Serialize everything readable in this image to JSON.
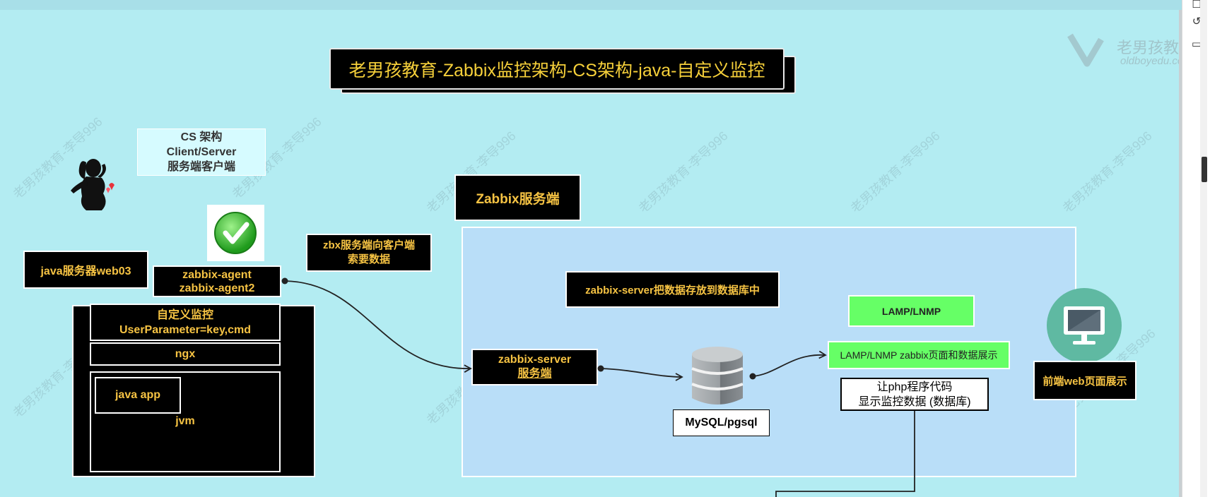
{
  "title": "老男孩教育-Zabbix监控架构-CS架构-java-自定义监控",
  "watermark": "老男孩教育-李导996",
  "logo": {
    "brand": "老男孩教育",
    "sub": "oldboyedu.com"
  },
  "cs_box": {
    "line1": "CS 架构",
    "line2": "Client/Server",
    "line3": "服务端客户端"
  },
  "java_server": "java服务器web03",
  "agent": {
    "line1": "zabbix-agent",
    "line2": "zabbix-agent2"
  },
  "zbx_request": {
    "line1": "zbx服务端向客户端",
    "line2": "索要数据"
  },
  "custom_monitor": {
    "line1": "自定义监控",
    "line2": "UserParameter=key,cmd"
  },
  "ngx": "ngx",
  "java_app": "java app",
  "jvm": "jvm",
  "zabbix_server_title": "Zabbix服务端",
  "store_note": "zabbix-server把数据存放到数据库中",
  "zabbix_server_node": {
    "line1": "zabbix-server",
    "line2": "服务端"
  },
  "db_label": "MySQL/pgsql",
  "lamp": "LAMP/LNMP",
  "lamp_page": "LAMP/LNMP zabbix页面和数据展示",
  "php_note": {
    "line1": "让php程序代码",
    "line2": "显示监控数据 (数据库)"
  },
  "frontend": "前端web页面展示",
  "colors": {
    "background": "#b3ecf2",
    "accent": "#f6c343",
    "panel": "#b9def8",
    "green": "#66ff66"
  },
  "icons": [
    "square-icon",
    "history-icon",
    "comment-icon",
    "checkmark-icon",
    "monitor-icon",
    "database-icon",
    "woman-silhouette-icon"
  ]
}
